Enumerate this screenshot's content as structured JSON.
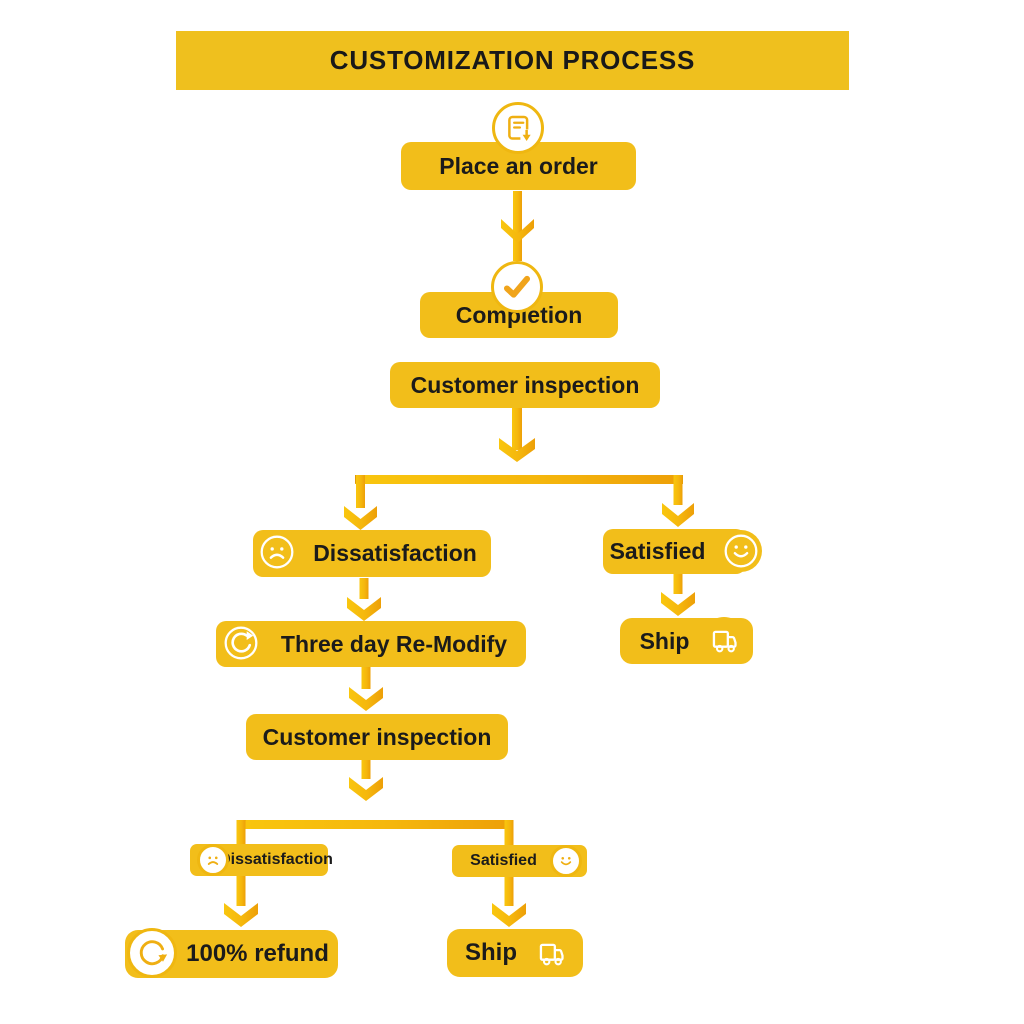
{
  "title": {
    "label": "CUSTOMIZATION PROCESS"
  },
  "nodes": {
    "place_order": {
      "label": "Place an order",
      "icon": "order-document-icon"
    },
    "completion": {
      "label": "Completion",
      "icon": "checkmark-icon"
    },
    "customer_inspection_1": {
      "label": "Customer inspection",
      "icon": null
    },
    "dissatisfaction_1": {
      "label": "Dissatisfaction",
      "icon": "sad-face-icon"
    },
    "satisfied_1": {
      "label": "Satisfied",
      "icon": "smiley-face-icon"
    },
    "three_day_remodify": {
      "label": "Three day Re-Modify",
      "icon": "redo-arrow-icon"
    },
    "ship_1": {
      "label": "Ship",
      "icon": "truck-icon"
    },
    "customer_inspection_2": {
      "label": "Customer inspection",
      "icon": null
    },
    "dissatisfaction_2": {
      "label": "Dissatisfaction",
      "icon": "sad-face-icon"
    },
    "satisfied_2": {
      "label": "Satisfied",
      "icon": "smiley-face-icon"
    },
    "refund": {
      "label": "100% refund",
      "icon": "refresh-arrow-icon"
    },
    "ship_2": {
      "label": "Ship",
      "icon": "truck-icon"
    }
  },
  "colors": {
    "accent_yellow": "#F2BE1A",
    "title_bar": "#EFC01E",
    "arrow_light": "#F9C60E",
    "arrow_dark": "#ED9F08",
    "text": "#1B1B1B",
    "background": "#FFFFFF"
  }
}
